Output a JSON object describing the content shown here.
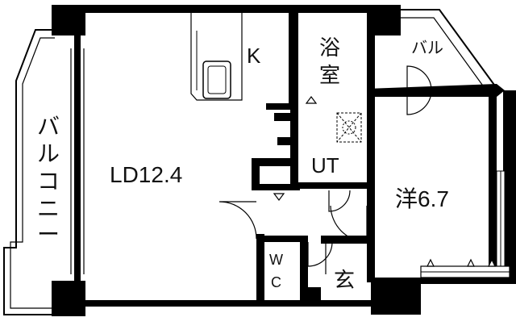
{
  "rooms": {
    "ld": "LD12.4",
    "kitchen": "K",
    "bath_line1": "浴",
    "bath_line2": "室",
    "utility": "UT",
    "western": "洋6.7",
    "wc_line1": "W",
    "wc_line2": "C",
    "entrance": "玄",
    "balcony_small": "バル",
    "balcony_vertical": [
      "バ",
      "ル",
      "コ",
      "ニ",
      "ー"
    ]
  }
}
